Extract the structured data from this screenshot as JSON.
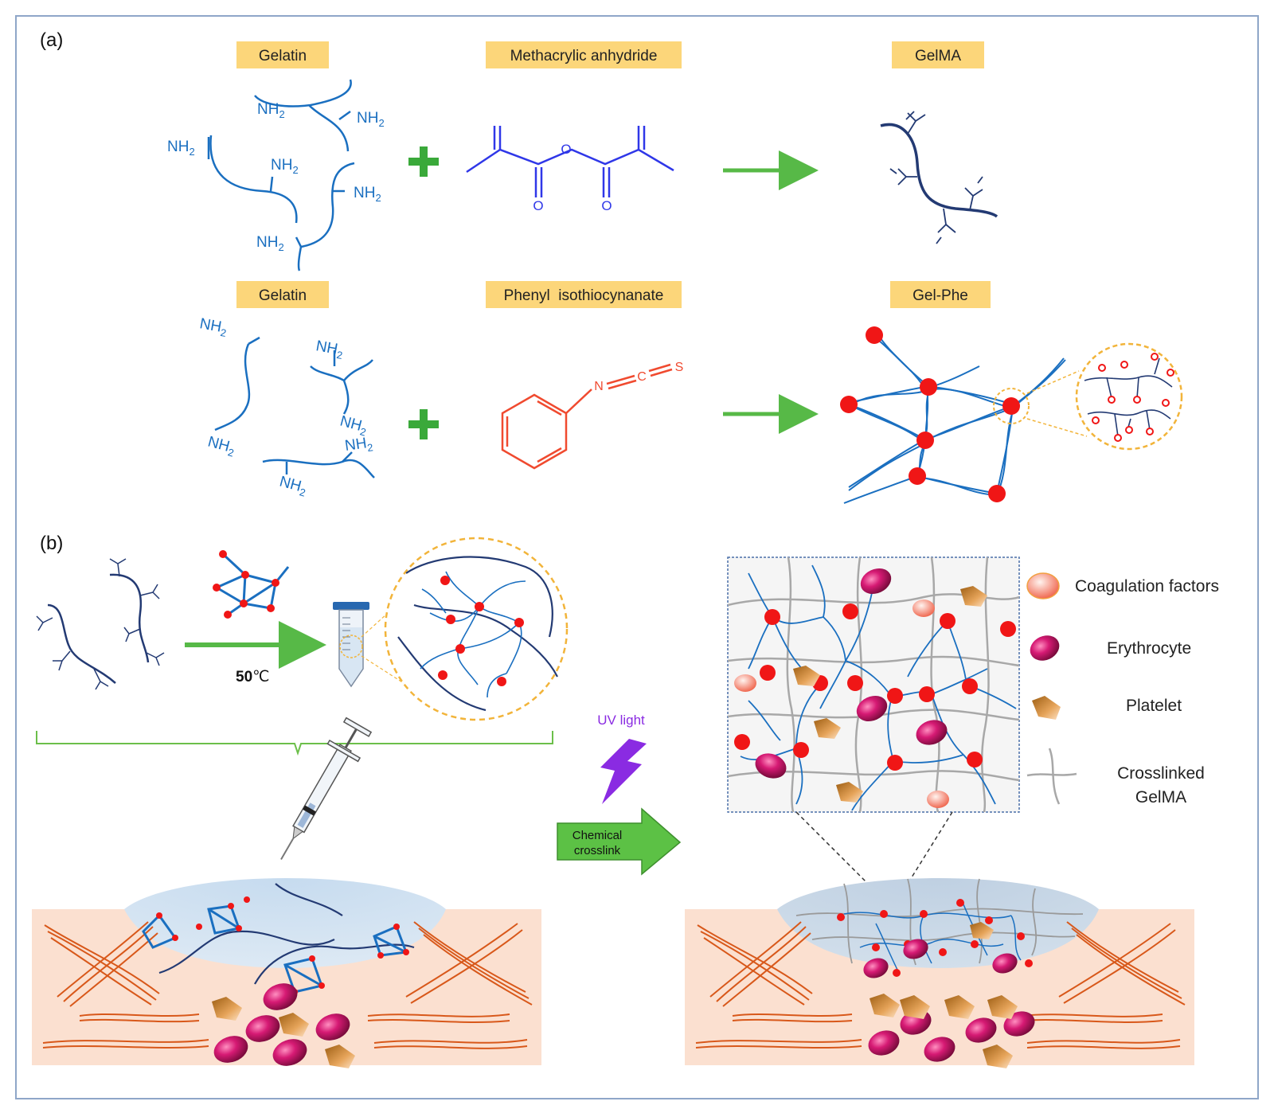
{
  "panel_a": {
    "letter": "(a)",
    "row1": {
      "reactant1": "Gelatin",
      "reactant2": "Methacrylic anhydride",
      "product": "GelMA",
      "amine": "NH",
      "sub": "2",
      "oxygen": "O"
    },
    "row2": {
      "reactant1": "Gelatin",
      "reactant2": "Phenyl  isothiocynanate",
      "product": "Gel-Phe",
      "amine": "NH",
      "sub": "2",
      "atom_n": "N",
      "atom_c": "C",
      "atom_s": "S"
    }
  },
  "panel_b": {
    "letter": "(b)",
    "temperature": "50",
    "temperature_unit": "℃",
    "uv_label": "UV light",
    "arrow_line1": "Chemical",
    "arrow_line2": "crosslink",
    "legend": {
      "coagulation": "Coagulation factors",
      "erythrocyte": "Erythrocyte",
      "platelet": "Platelet",
      "crosslinked_line1": "Crosslinked",
      "crosslinked_line2": "GelMA"
    }
  },
  "colors": {
    "label_box": "#fcd67a",
    "gelatin_blue": "#1a6fc0",
    "anhydride_blue": "#2f37e8",
    "phenyl_red": "#f04a2f",
    "gelma_navy": "#233a73",
    "node_red": "#f01616",
    "plus_green": "#3aa93a",
    "arrow_green": "#57b947",
    "tissue_bg": "#fbe0d0",
    "fiber_orange": "#d8581a",
    "erythrocyte": "#c9176a",
    "platelet": "#c88a2e",
    "uv_purple": "#8a2be2",
    "gel_blue": "#cfe0f1"
  }
}
